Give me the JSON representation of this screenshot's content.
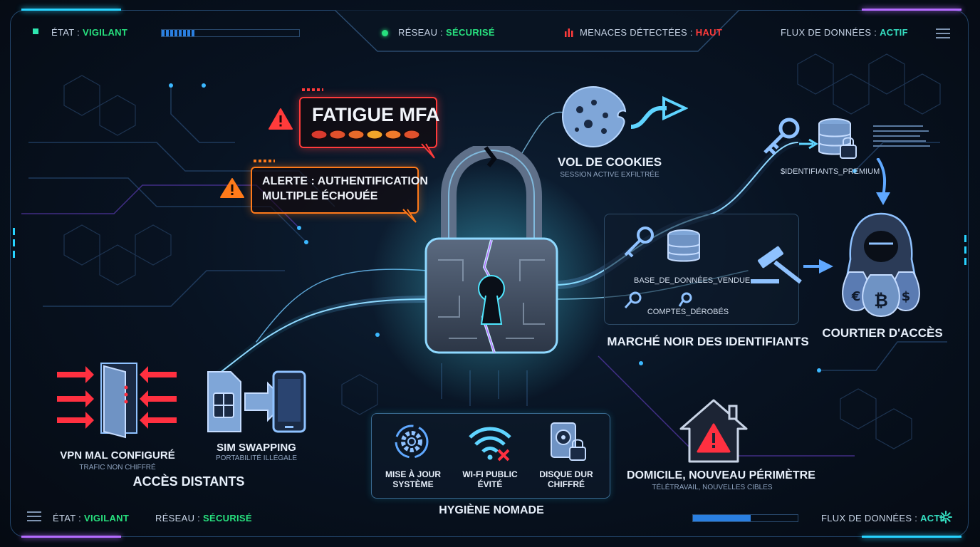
{
  "header": {
    "etat_label": "ÉTAT :",
    "etat_value": "VIGILANT",
    "reseau_label": "RÉSEAU :",
    "reseau_value": "SÉCURISÉ",
    "menaces_label": "MENACES DÉTECTÉES :",
    "menaces_value": "HAUT",
    "flux_label": "FLUX DE DONNÉES :",
    "flux_value": "ACTIF"
  },
  "footer": {
    "etat_label": "ÉTAT :",
    "etat_value": "VIGILANT",
    "reseau_label": "RÉSEAU :",
    "reseau_value": "SÉCURISÉ",
    "flux_label": "FLUX DE DONNÉES :",
    "flux_value": "ACTIF"
  },
  "alerts": {
    "mfa_title": "FATIGUE MFA",
    "auth_line1": "ALERTE : AUTHENTIFICATION",
    "auth_line2": "MULTIPLE ÉCHOUÉE"
  },
  "cookies": {
    "title": "VOL DE COOKIES",
    "subtitle": "SESSION ACTIVE EXFILTRÉE"
  },
  "premium": {
    "label": "$IDENTIFIANTS_PREMIUM"
  },
  "market": {
    "db_label": "BASE_DE_DONNÉES_VENDUE",
    "accounts_label": "COMPTES_DÉROBÉS",
    "title": "MARCHÉ NOIR DES IDENTIFIANTS"
  },
  "broker": {
    "title": "COURTIER D'ACCÈS"
  },
  "remote": {
    "vpn_title": "VPN MAL CONFIGURÉ",
    "vpn_subtitle": "TRAFIC NON CHIFFRÉ",
    "sim_title": "SIM SWAPPING",
    "sim_subtitle": "PORTABILITÉ ILLÉGALE",
    "section_title": "ACCÈS DISTANTS"
  },
  "hygiene": {
    "items": [
      {
        "line1": "MISE À JOUR",
        "line2": "SYSTÈME",
        "icon": "gear-refresh-icon"
      },
      {
        "line1": "WI-FI PUBLIC",
        "line2": "ÉVITÉ",
        "icon": "wifi-blocked-icon"
      },
      {
        "line1": "DISQUE DUR",
        "line2": "CHIFFRÉ",
        "icon": "encrypted-disk-icon"
      }
    ],
    "title": "HYGIÈNE NOMADE"
  },
  "home": {
    "title": "DOMICILE, NOUVEAU PÉRIMÈTRE",
    "subtitle": "TÉLÉTRAVAIL, NOUVELLES CIBLES"
  },
  "levels": {
    "header_meter": 0.25,
    "footer_meter": 0.55
  },
  "colors": {
    "accent": "#27d3ff",
    "ok": "#27e07e",
    "danger": "#ff3b3b",
    "warn": "#ff7a1a",
    "purple": "#9b5cff"
  }
}
